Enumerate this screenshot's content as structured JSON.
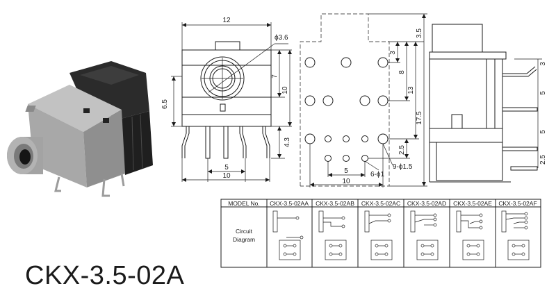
{
  "title": "CKX-3.5-02A",
  "front_view": {
    "dims": {
      "width_top": "12",
      "hole_dia": "ϕ3.6",
      "body_height": "6.5",
      "right_7": "7",
      "right_10": "10",
      "pin_4_3": "4.3",
      "pin_pitch": "5",
      "pin_span": "10"
    }
  },
  "pcb_layout": {
    "dims": {
      "d3": "3",
      "d8": "8",
      "d13": "13",
      "d17_5": "17.5",
      "d2_5": "2.5",
      "d5": "5",
      "d10": "10",
      "d3_5": "3.5",
      "small_holes": "6-ϕ1",
      "large_holes": "9-ϕ1.5"
    }
  },
  "side_view": {
    "dims": {
      "s3": "3",
      "s5a": "5",
      "s5b": "5",
      "s2_5": "2.5"
    }
  },
  "model_table": {
    "header_label": "MODEL No.",
    "models": [
      "CKX-3.5-02AA",
      "CKX-3.5-02AB",
      "CKX-3.5-02AC",
      "CKX-3.5-02AD",
      "CKX-3.5-02AE",
      "CKX-3.5-02AF"
    ],
    "row_label_line1": "Circuit",
    "row_label_line2": "Diagram"
  },
  "colors": {
    "ink": "#1a1a1a",
    "jack_body": "#a9a9a9",
    "jack_dark": "#2b2b2b",
    "background": "#ffffff"
  }
}
